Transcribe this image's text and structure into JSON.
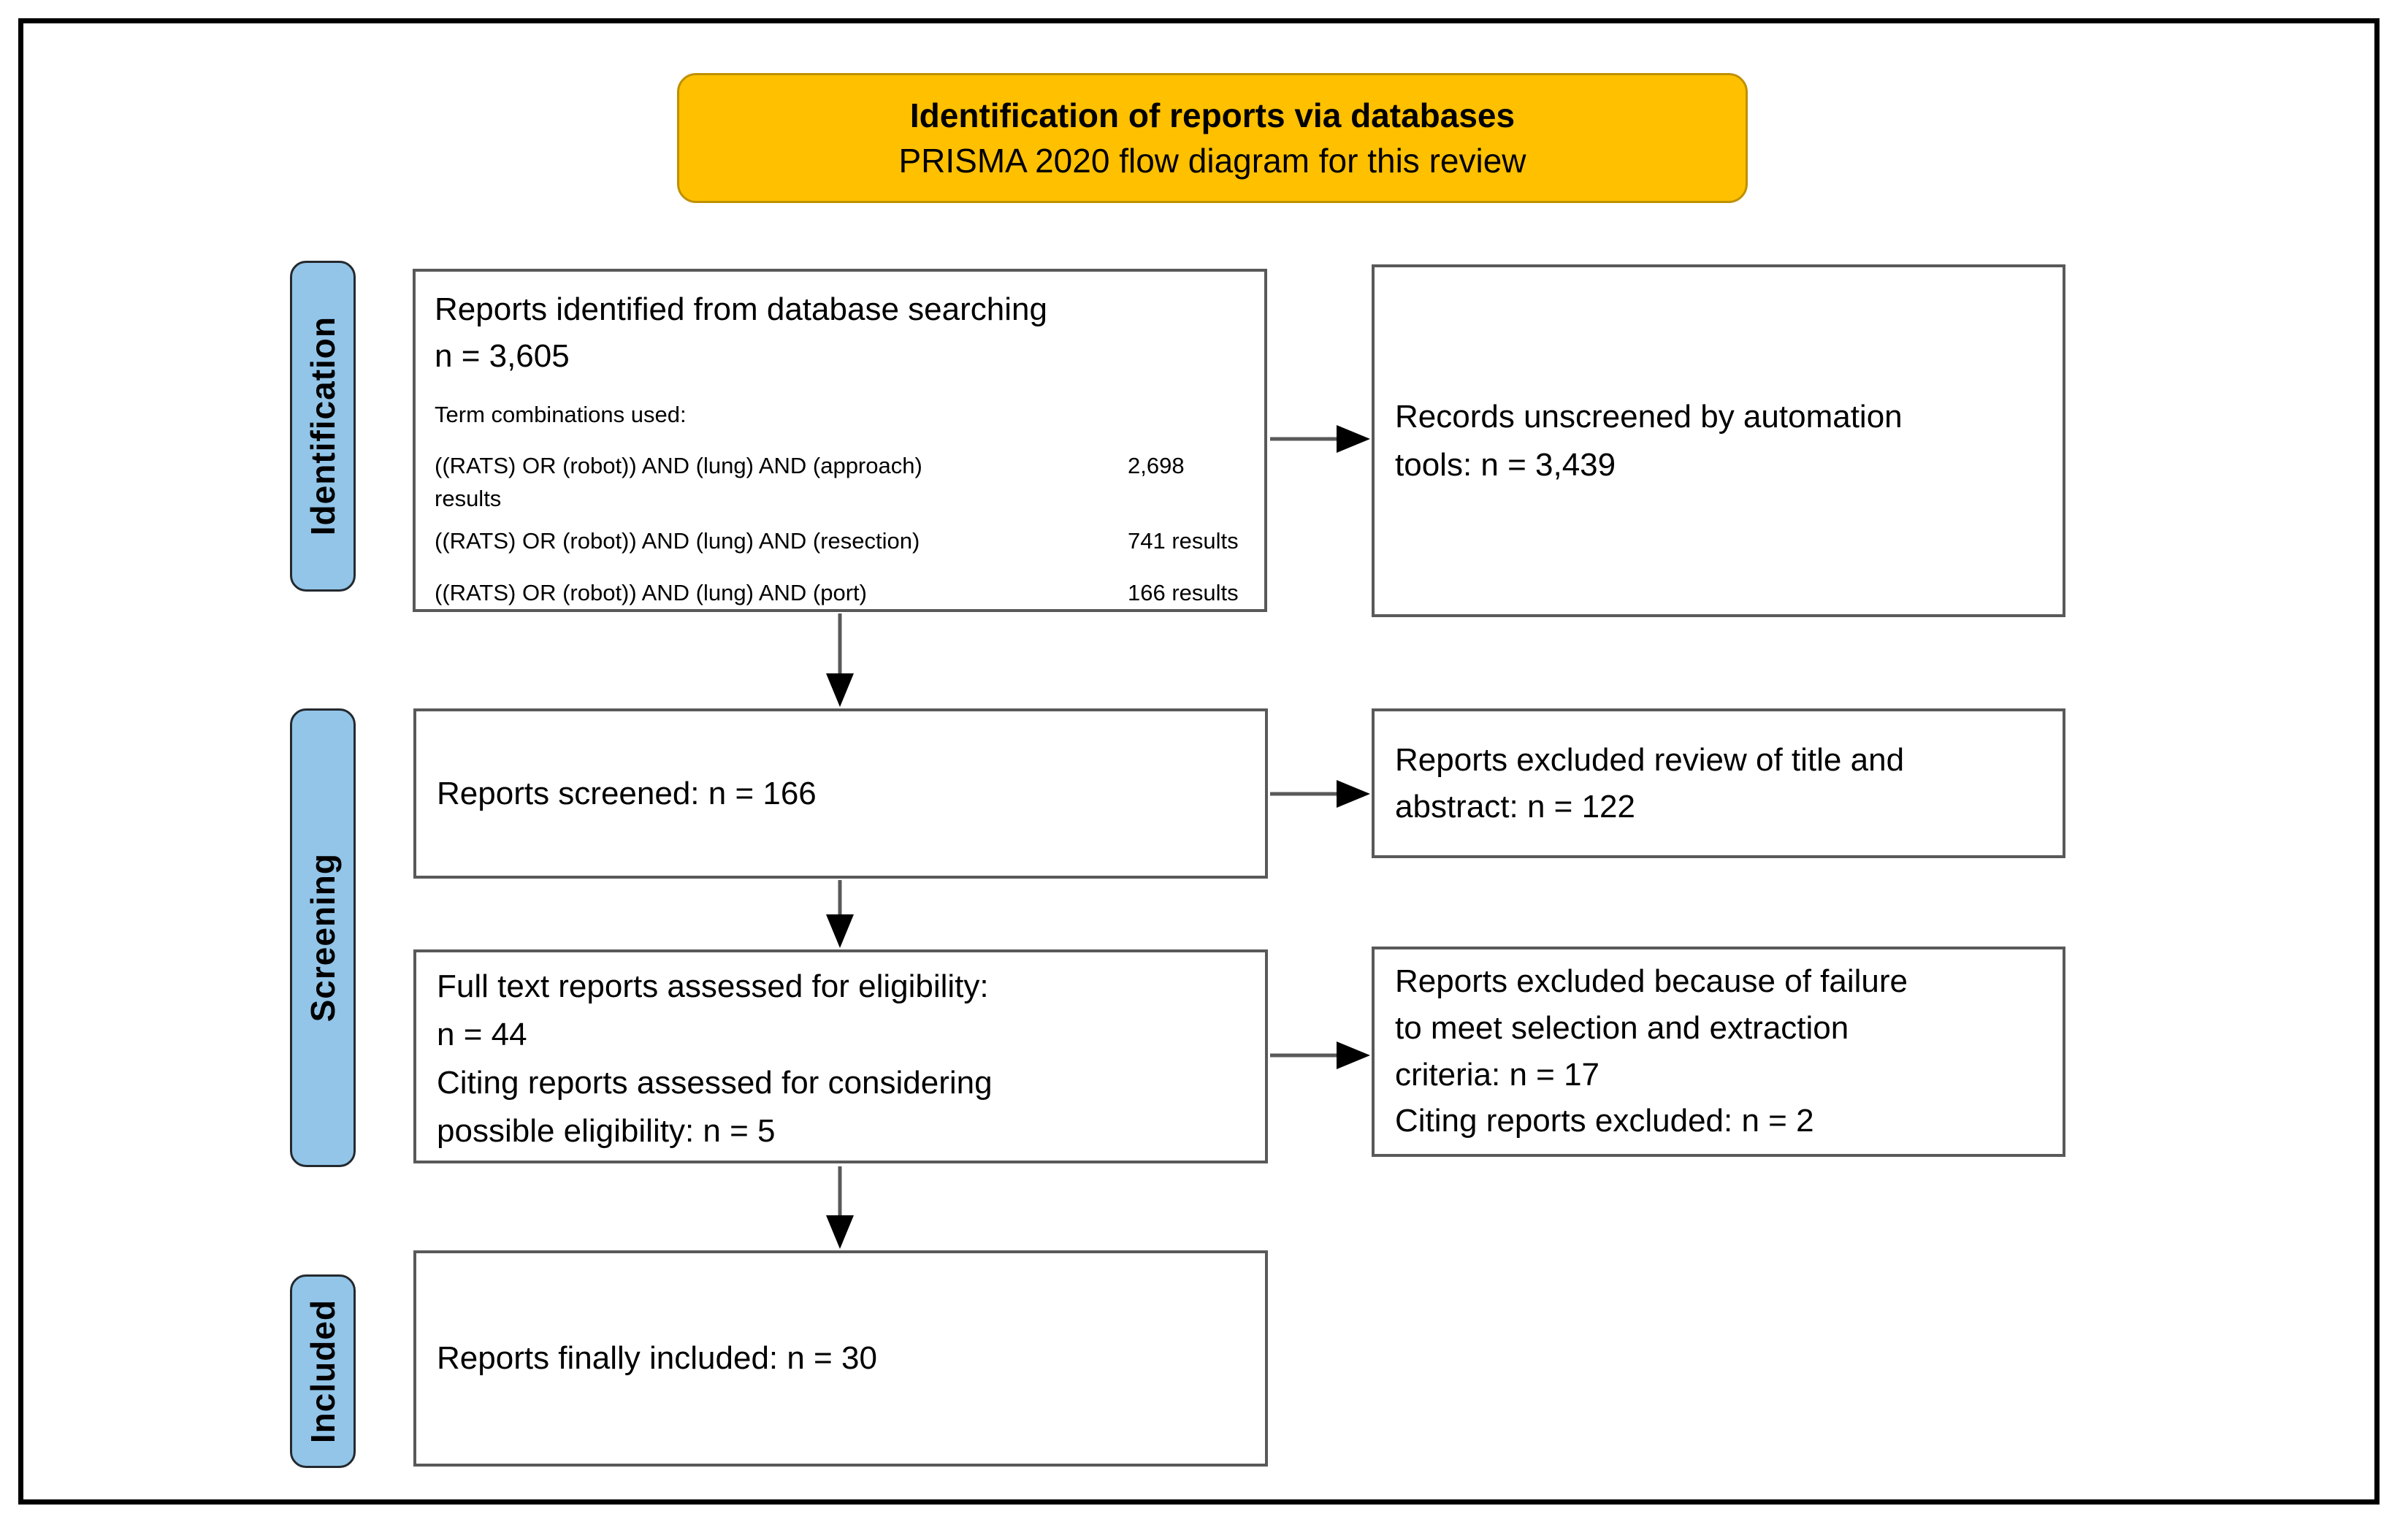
{
  "title_box": {
    "line1": "Identification of reports via databases",
    "line2": "PRISMA 2020 flow diagram for this review"
  },
  "stages": [
    {
      "label": "Identification"
    },
    {
      "label": "Screening"
    },
    {
      "label": "Included"
    }
  ],
  "boxes": {
    "identified": {
      "title": "Reports identified from database searching\nn = 3,605",
      "subtitle": "Term combinations used:",
      "queries": [
        {
          "left": "((RATS) OR (robot)) AND (lung) AND (approach)\nresults",
          "right": "2,698"
        },
        {
          "left": "((RATS) OR (robot)) AND (lung) AND (resection)",
          "right": "741 results"
        },
        {
          "left": "((RATS) OR (robot)) AND (lung) AND (port)",
          "right": "166 results"
        }
      ]
    },
    "unscreened": {
      "text": "Records unscreened by automation\ntools: n = 3,439"
    },
    "screened": {
      "text": "Reports screened: n = 166"
    },
    "excluded_title_abstract": {
      "text": "Reports excluded review of title and\nabstract: n = 122"
    },
    "fulltext": {
      "text": "Full text reports assessed for eligibility:\nn = 44\nCiting reports assessed for considering\npossible eligibility: n = 5"
    },
    "excluded_criteria": {
      "text": "Reports excluded because of failure\nto meet selection and extraction\ncriteria: n = 17\nCiting reports excluded: n = 2"
    },
    "included": {
      "text": "Reports finally included: n = 30"
    }
  },
  "colors": {
    "title_bg": "#FFC000",
    "stage_bg": "#92C5E8",
    "box_border": "#595959",
    "arrow_line": "#595959",
    "arrow_head": "#000000",
    "frame": "#000000"
  }
}
